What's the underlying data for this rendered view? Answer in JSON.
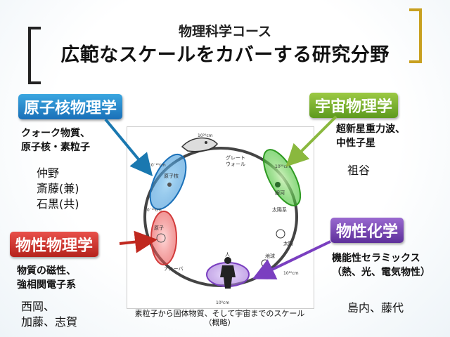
{
  "header": {
    "subtitle": "物理科学コース",
    "title": "広範なスケールをカバーする研究分野"
  },
  "groups": {
    "nuclear": {
      "label": "原子核物理学",
      "topics": [
        "クォーク物質、",
        "原子核・素粒子"
      ],
      "members": [
        "仲野",
        "斎藤(兼)",
        "石黒(共)"
      ],
      "color": "#1a70b8"
    },
    "cosmo": {
      "label": "宇宙物理学",
      "topics": [
        "超新星重力波、",
        "中性子星"
      ],
      "members": [
        "祖谷"
      ],
      "color": "#5d9a1e"
    },
    "cmp": {
      "label": "物性物理学",
      "topics": [
        "物質の磁性、",
        "強相関電子系"
      ],
      "members": [
        "西岡、",
        "加藤、志賀"
      ],
      "color": "#b5231d"
    },
    "chem": {
      "label": "物性化学",
      "topics": [
        "機能性セラミックス",
        "（熱、光、電気物性）"
      ],
      "members": [
        "島内、藤代"
      ],
      "color": "#5d2f9a"
    }
  },
  "figure": {
    "caption_line1": "素粒子から固体物質、そして宇宙までのスケール",
    "caption_line2": "（概略）",
    "labels": {
      "great_wall": "グレート",
      "great_wall2": "ウォール",
      "galaxy": "銀河",
      "solar_system": "太陽系",
      "sun": "太陽",
      "earth": "地球",
      "human": "人",
      "amoeba": "アメーバ",
      "atom": "原子",
      "nucleus": "原子核",
      "tick_top": "10²⁶cm",
      "tick_left_top": "10⁻²⁰cm",
      "tick_left_mid": "10⁻¹⁰cm",
      "tick_right_top": "10²⁰cm",
      "tick_bottom": "10⁰cm",
      "tick_right_mid": "10¹⁰cm"
    }
  }
}
